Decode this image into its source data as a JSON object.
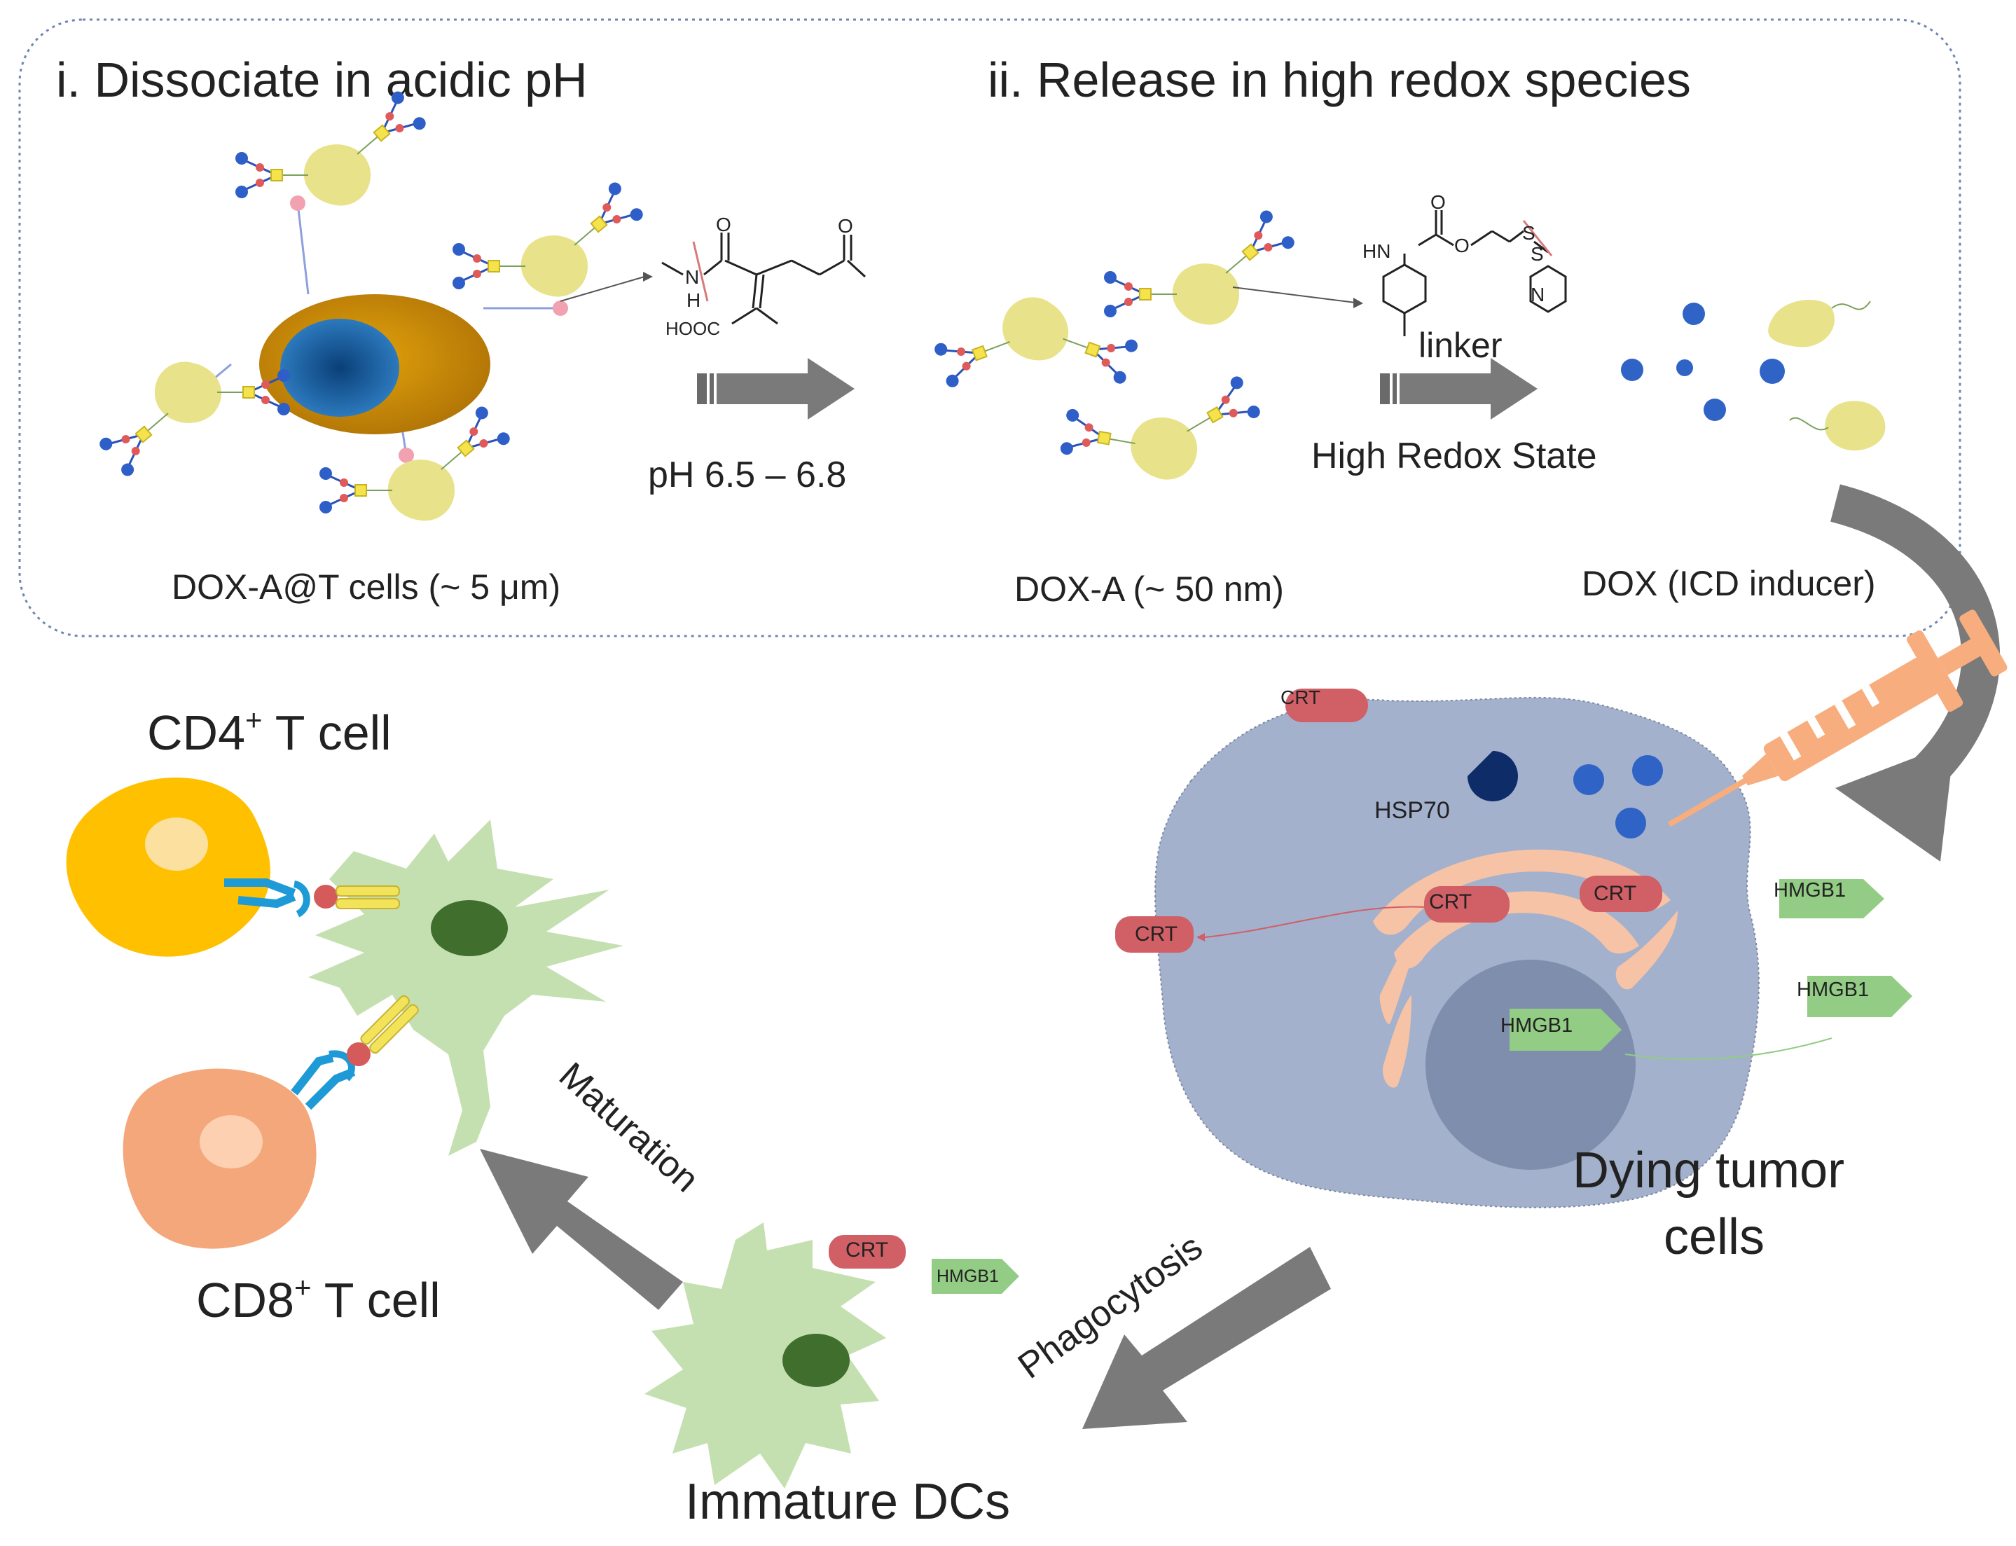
{
  "panel": {
    "title_left": "i. Dissociate in acidic pH",
    "title_right": "ii. Release in high redox species"
  },
  "stages": {
    "dox_a_t_cells": "DOX-A@T cells  (~ 5 μm)",
    "ph_condition": "pH 6.5 – 6.8",
    "dox_a": "DOX-A  (~ 50 nm)",
    "linker": "linker",
    "redox_condition": "High Redox State",
    "dox": "DOX (ICD inducer)"
  },
  "chem": {
    "cleavable_acid": {
      "n": "N",
      "h": "H",
      "o1": "O",
      "o2": "O",
      "cooh": "HOOC"
    },
    "cleavable_disulfide": {
      "hn": "HN",
      "o_carbonyl": "O",
      "o_ester": "O",
      "s1": "S",
      "s2": "S",
      "n_ring": "N"
    }
  },
  "tumor": {
    "label_line1": "Dying tumor",
    "label_line2": "cells",
    "hsp70": "HSP70",
    "crt": "CRT",
    "hmgb1": "HMGB1"
  },
  "immune": {
    "cd4_label_pre": "CD4",
    "cd4_sup": "+",
    "cd4_label_post": " T cell",
    "cd8_label_pre": "CD8",
    "cd8_sup": "+",
    "cd8_label_post": " T cell",
    "maturation": "Maturation",
    "phagocytosis": "Phagocytosis",
    "immature_dcs": "Immature DCs"
  },
  "colors": {
    "dox_blue": "#2f63c6",
    "tumor_cell": "#a3b1cc",
    "crt_red": "#d05f66",
    "hmgb1_green": "#93cc84",
    "er_peach": "#f7c3a6",
    "dc_green": "#c4e0b0",
    "dc_nucleus": "#3f6e2d",
    "cd4_yellow": "#ffc000",
    "cd8_orange": "#f3a77a",
    "arrow_gray": "#7a7a7a",
    "antibody_yellow": "#f2e35a",
    "protein_yellow": "#e8e28a"
  },
  "icons": [
    "syringe-icon",
    "arrow-right-icon"
  ]
}
